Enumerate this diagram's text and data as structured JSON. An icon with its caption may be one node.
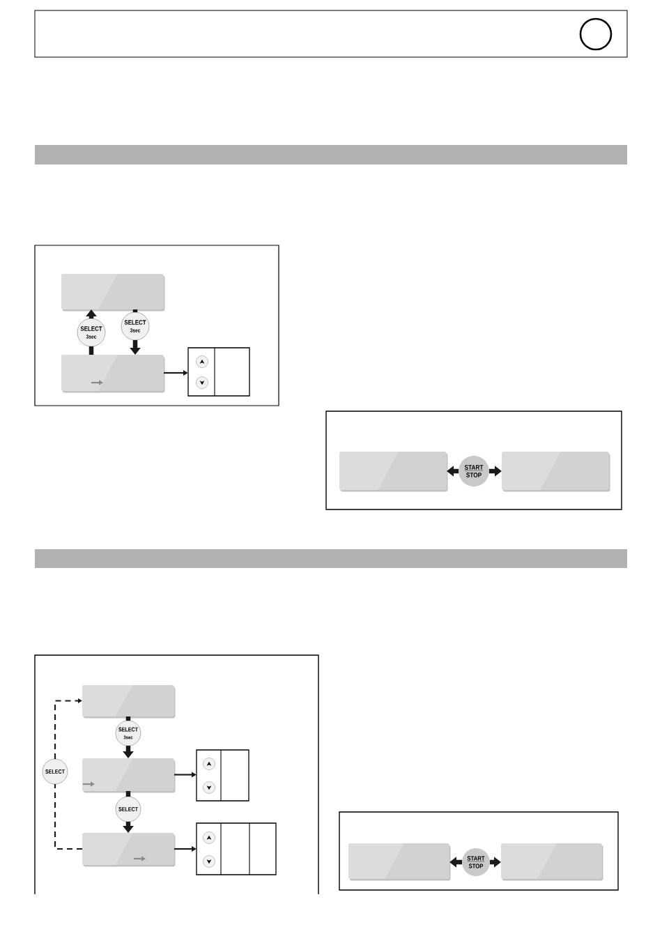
{
  "diagram": {
    "nodes": [
      {
        "text": [],
        "shape": "bar"
      },
      {
        "text": [],
        "shape": "box"
      },
      {
        "text": [
          "SELECT",
          "3sec"
        ]
      },
      {
        "text": [
          "SELECT",
          "3sec"
        ]
      },
      {
        "text": [],
        "shape": "box"
      },
      {
        "text": [],
        "shape": "box"
      },
      {
        "text": [],
        "shape": "box"
      },
      {
        "text": [
          "START",
          "STOP"
        ]
      },
      {
        "text": [],
        "shape": "box"
      },
      {
        "text": [],
        "shape": "bar"
      },
      {
        "text": [],
        "shape": "box"
      },
      {
        "text": [
          "SELECT",
          "3sec"
        ]
      },
      {
        "text": [
          "SELECT"
        ]
      },
      {
        "text": [],
        "shape": "box"
      },
      {
        "text": [],
        "shape": "box"
      },
      {
        "text": [
          "SELECT"
        ]
      },
      {
        "text": [],
        "shape": "box"
      },
      {
        "text": [],
        "shape": "box"
      },
      {
        "text": [],
        "shape": "box"
      },
      {
        "text": [
          "START",
          "STOP"
        ]
      },
      {
        "text": [],
        "shape": "box"
      }
    ],
    "edges": [
      {
        "from": 4,
        "to": 2,
        "arrow": "none"
      },
      {
        "from": 2,
        "to": 1,
        "arrow": "to"
      },
      {
        "from": 1,
        "to": 3,
        "arrow": "none"
      },
      {
        "from": 3,
        "to": 4,
        "arrow": "to"
      },
      {
        "from": 4,
        "to": 5,
        "arrow": "to"
      },
      {
        "from": 7,
        "to": 6,
        "arrow": "to"
      },
      {
        "from": 7,
        "to": 8,
        "arrow": "to"
      },
      {
        "from": 10,
        "to": 11,
        "arrow": "none"
      },
      {
        "from": 11,
        "to": 13,
        "arrow": "to"
      },
      {
        "from": 13,
        "to": 14,
        "arrow": "to"
      },
      {
        "from": 13,
        "to": 15,
        "arrow": "none"
      },
      {
        "from": 15,
        "to": 16,
        "arrow": "to"
      },
      {
        "from": 16,
        "to": 17,
        "arrow": "to"
      },
      {
        "from": 16,
        "to": 12,
        "arrow": "none",
        "style": "dashed"
      },
      {
        "from": 12,
        "to": 10,
        "arrow": "to",
        "style": "dashed"
      },
      {
        "from": 19,
        "to": 18,
        "arrow": "to"
      },
      {
        "from": 19,
        "to": 20,
        "arrow": "to"
      }
    ]
  }
}
